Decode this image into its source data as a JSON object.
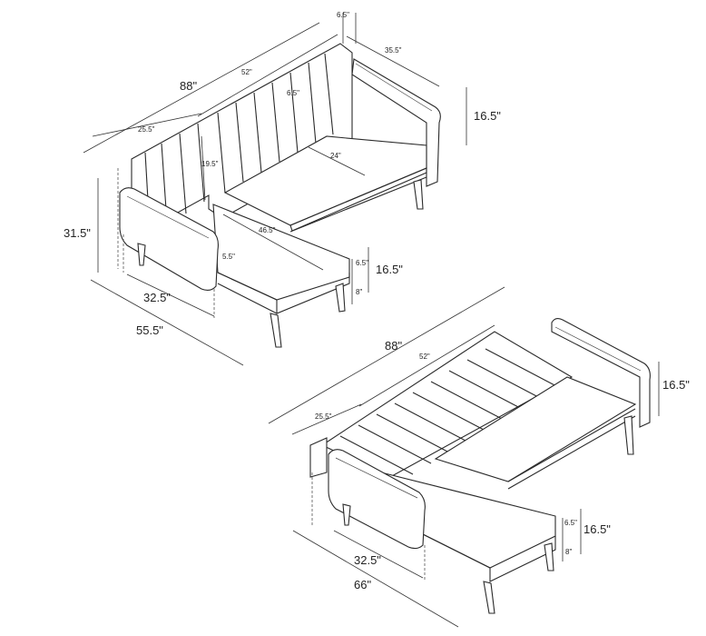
{
  "figure": {
    "title": "Sectional sofa dimension diagram",
    "views": [
      {
        "name": "sofa-upright",
        "dimensions": {
          "overall_width": "88\"",
          "sofa_back_width": "52\"",
          "chaise_back_width": "25.5\"",
          "depth": "35.5\"",
          "arm_thickness_top": "6.5\"",
          "channel_width": "6.5\"",
          "arm_height": "16.5\"",
          "back_height_inner": "19.5\"",
          "seat_depth": "24\"",
          "chaise_seat_length": "46.5\"",
          "chaise_arm_width": "5.5\"",
          "overall_height": "31.5\"",
          "cushion_height": "6.5\"",
          "seat_height": "16.5\"",
          "leg_height": "8\"",
          "chaise_arm_length": "32.5\"",
          "chaise_depth": "55.5\""
        }
      },
      {
        "name": "sofa-bed",
        "dimensions": {
          "overall_width": "88\"",
          "sofa_back_width": "52\"",
          "chaise_back_width": "25.5\"",
          "arm_height": "16.5\"",
          "cushion_height": "6.5\"",
          "seat_height": "16.5\"",
          "leg_height": "8\"",
          "chaise_arm_length": "32.5\"",
          "bed_length": "66\""
        }
      }
    ]
  },
  "colors": {
    "line": "#2a2a2a",
    "background": "#ffffff"
  }
}
